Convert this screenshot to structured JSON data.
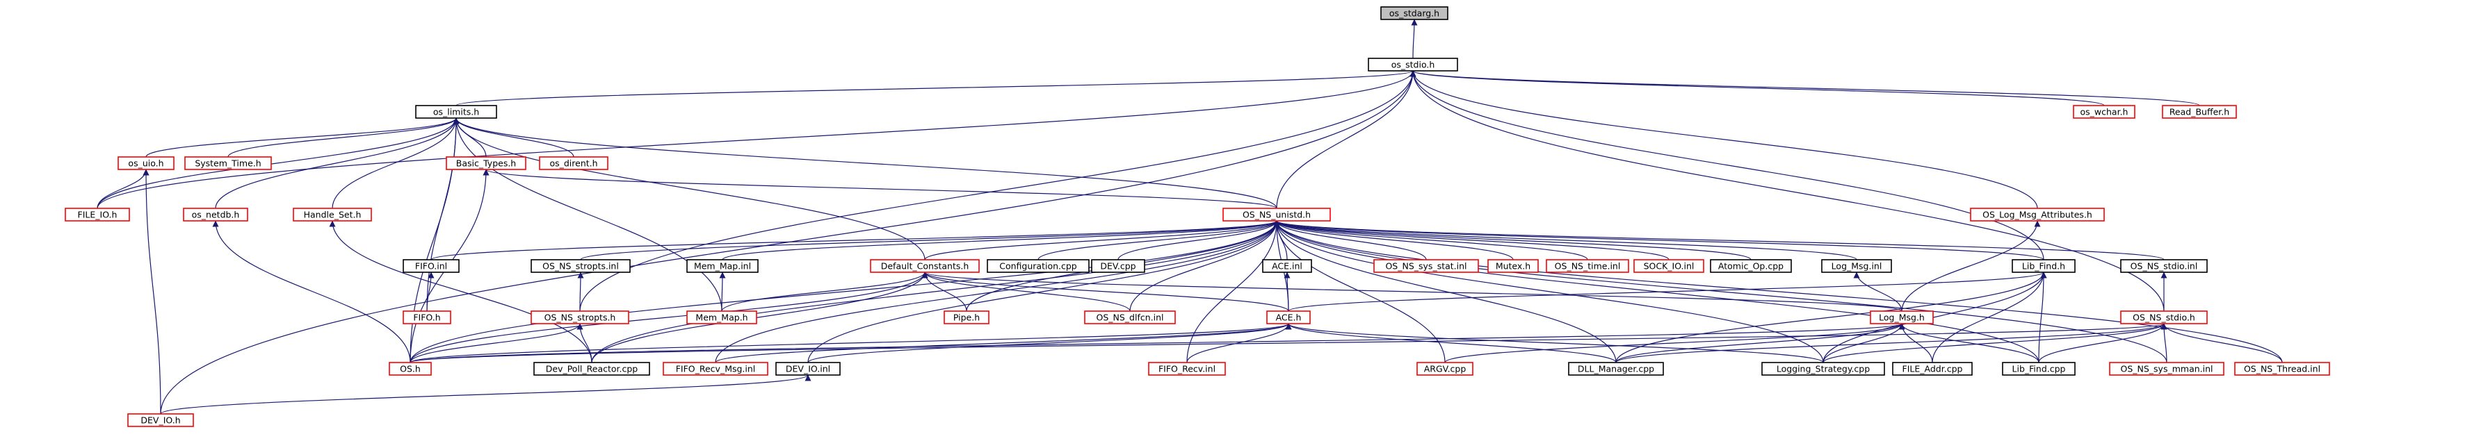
{
  "colors": {
    "edge": "#191970",
    "node_black": "#000000",
    "node_red": "#ff0000",
    "root_fill": "#bfbfbf",
    "background": "#ffffff"
  },
  "nodes": [
    {
      "id": "os_stdarg_h",
      "label": "os_stdarg.h",
      "border": "black",
      "root": true
    },
    {
      "id": "os_stdio_h",
      "label": "os_stdio.h",
      "border": "black"
    },
    {
      "id": "os_wchar_h",
      "label": "os_wchar.h",
      "border": "red"
    },
    {
      "id": "read_buffer_h",
      "label": "Read_Buffer.h",
      "border": "red"
    },
    {
      "id": "os_limits_h",
      "label": "os_limits.h",
      "border": "black"
    },
    {
      "id": "os_uio_h",
      "label": "os_uio.h",
      "border": "red"
    },
    {
      "id": "system_time_h",
      "label": "System_Time.h",
      "border": "red"
    },
    {
      "id": "basic_types_h",
      "label": "Basic_Types.h",
      "border": "red"
    },
    {
      "id": "os_dirent_h",
      "label": "os_dirent.h",
      "border": "red"
    },
    {
      "id": "file_io_h",
      "label": "FILE_IO.h",
      "border": "red"
    },
    {
      "id": "os_netdb_h",
      "label": "os_netdb.h",
      "border": "red"
    },
    {
      "id": "handle_set_h",
      "label": "Handle_Set.h",
      "border": "red"
    },
    {
      "id": "os_ns_unistd_h",
      "label": "OS_NS_unistd.h",
      "border": "red"
    },
    {
      "id": "os_log_msg_attributes_h",
      "label": "OS_Log_Msg_Attributes.h",
      "border": "red"
    },
    {
      "id": "fifo_inl",
      "label": "FIFO.inl",
      "border": "black"
    },
    {
      "id": "os_ns_stropts_inl",
      "label": "OS_NS_stropts.inl",
      "border": "black"
    },
    {
      "id": "mem_map_inl",
      "label": "Mem_Map.inl",
      "border": "black"
    },
    {
      "id": "default_constants_h",
      "label": "Default_Constants.h",
      "border": "red"
    },
    {
      "id": "configuration_cpp",
      "label": "Configuration.cpp",
      "border": "black"
    },
    {
      "id": "dev_cpp",
      "label": "DEV.cpp",
      "border": "black"
    },
    {
      "id": "ace_inl",
      "label": "ACE.inl",
      "border": "black"
    },
    {
      "id": "os_ns_sys_stat_inl",
      "label": "OS_NS_sys_stat.inl",
      "border": "red"
    },
    {
      "id": "mutex_h",
      "label": "Mutex.h",
      "border": "red"
    },
    {
      "id": "os_ns_time_inl",
      "label": "OS_NS_time.inl",
      "border": "red"
    },
    {
      "id": "sock_io_inl",
      "label": "SOCK_IO.inl",
      "border": "red"
    },
    {
      "id": "atomic_op_cpp",
      "label": "Atomic_Op.cpp",
      "border": "black"
    },
    {
      "id": "log_msg_inl",
      "label": "Log_Msg.inl",
      "border": "black"
    },
    {
      "id": "lib_find_h",
      "label": "Lib_Find.h",
      "border": "black"
    },
    {
      "id": "os_ns_stdio_inl",
      "label": "OS_NS_stdio.inl",
      "border": "black"
    },
    {
      "id": "fifo_h",
      "label": "FIFO.h",
      "border": "red"
    },
    {
      "id": "os_ns_stropts_h",
      "label": "OS_NS_stropts.h",
      "border": "red"
    },
    {
      "id": "mem_map_h",
      "label": "Mem_Map.h",
      "border": "red"
    },
    {
      "id": "pipe_h",
      "label": "Pipe.h",
      "border": "red"
    },
    {
      "id": "os_ns_dlfcn_inl",
      "label": "OS_NS_dlfcn.inl",
      "border": "red"
    },
    {
      "id": "ace_h",
      "label": "ACE.h",
      "border": "red"
    },
    {
      "id": "log_msg_h",
      "label": "Log_Msg.h",
      "border": "red"
    },
    {
      "id": "os_ns_stdio_h",
      "label": "OS_NS_stdio.h",
      "border": "red"
    },
    {
      "id": "os_h",
      "label": "OS.h",
      "border": "red"
    },
    {
      "id": "dev_poll_reactor_cpp",
      "label": "Dev_Poll_Reactor.cpp",
      "border": "black"
    },
    {
      "id": "fifo_recv_msg_inl",
      "label": "FIFO_Recv_Msg.inl",
      "border": "red"
    },
    {
      "id": "dev_io_inl",
      "label": "DEV_IO.inl",
      "border": "black"
    },
    {
      "id": "fifo_recv_inl",
      "label": "FIFO_Recv.inl",
      "border": "red"
    },
    {
      "id": "argv_cpp",
      "label": "ARGV.cpp",
      "border": "red"
    },
    {
      "id": "dll_manager_cpp",
      "label": "DLL_Manager.cpp",
      "border": "black"
    },
    {
      "id": "logging_strategy_cpp",
      "label": "Logging_Strategy.cpp",
      "border": "black"
    },
    {
      "id": "file_addr_cpp",
      "label": "FILE_Addr.cpp",
      "border": "black"
    },
    {
      "id": "lib_find_cpp",
      "label": "Lib_Find.cpp",
      "border": "black"
    },
    {
      "id": "os_ns_sys_mman_inl",
      "label": "OS_NS_sys_mman.inl",
      "border": "red"
    },
    {
      "id": "os_ns_thread_inl",
      "label": "OS_NS_Thread.inl",
      "border": "red"
    },
    {
      "id": "dev_io_h",
      "label": "DEV_IO.h",
      "border": "red"
    }
  ]
}
